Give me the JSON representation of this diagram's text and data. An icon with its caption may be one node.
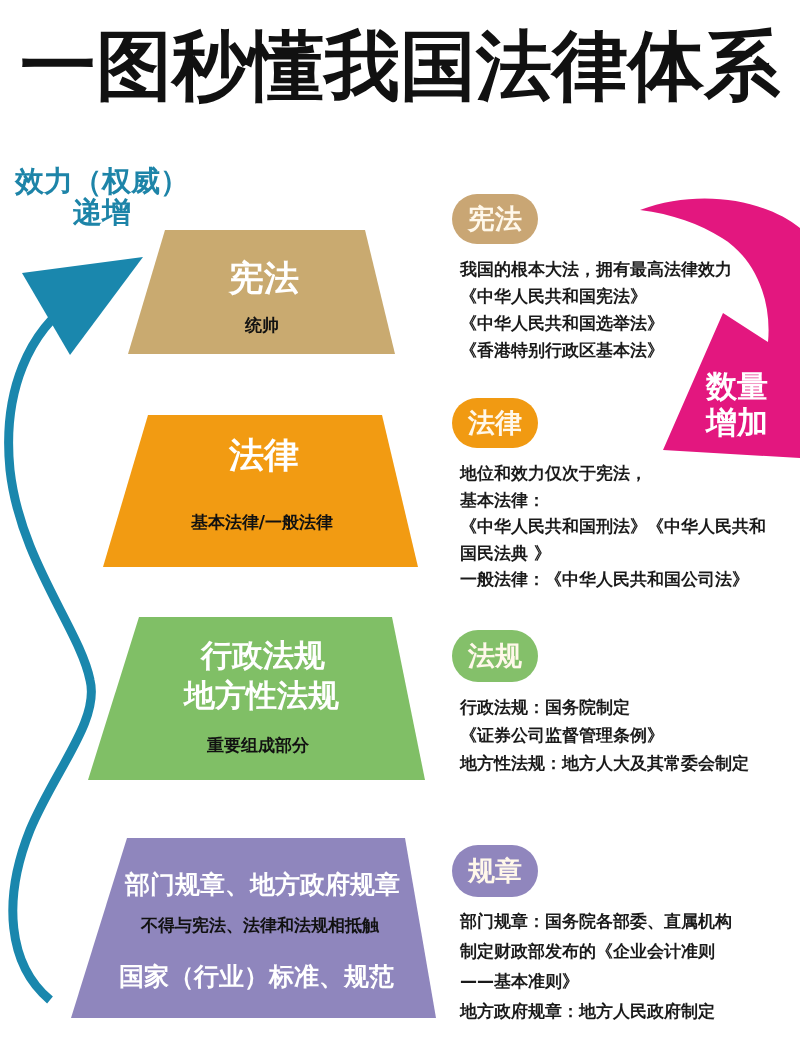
{
  "diagram": {
    "title": "一图秒懂我国法律体系",
    "nodes": [
      {
        "text": [
          "宪法",
          "统帅"
        ]
      },
      {
        "text": [
          "宪法"
        ],
        "beside": [
          "我国的根本大法，拥有最高法律效力",
          "《中华人民共和国宪法》",
          "《中华人民共和国选举法》",
          "《香港特别行政区基本法》"
        ]
      },
      {
        "text": [
          "法律",
          "基本法律/一般法律"
        ]
      },
      {
        "text": [
          "法律"
        ],
        "beside": [
          "地位和效力仅次于宪法，",
          "基本法律：",
          "《中华人民共和国刑法》《中华人民共和国民法典 》",
          "一般法律：《中华人民共和国公司法》"
        ]
      },
      {
        "text": [
          "行政法规",
          "地方性法规",
          "重要组成部分"
        ]
      },
      {
        "text": [
          "法规"
        ],
        "beside": [
          "行政法规：国务院制定",
          "《证券公司监督管理条例》",
          "地方性法规：地方人大及其常委会制定"
        ]
      },
      {
        "text": [
          "部门规章、地方政府规章",
          "不得与宪法、法律和法规相抵触",
          "国家（行业）标准、规范"
        ]
      },
      {
        "text": [
          "规章"
        ],
        "beside": [
          "部门规章：国务院各部委、直属机构制定财政部发布的《企业会计准则——基本准则》",
          "地方政府规章：地方人民政府制定"
        ]
      }
    ],
    "labels": [
      "效力（权威）递增",
      "数量增加"
    ]
  }
}
